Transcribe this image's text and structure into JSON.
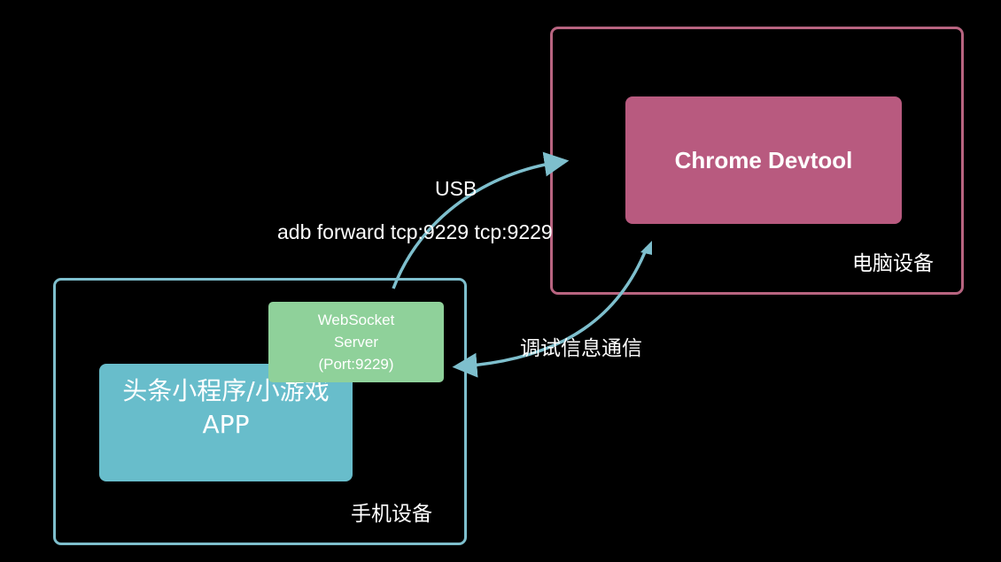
{
  "pc_frame": {
    "label": "电脑设备",
    "color": "#b86480"
  },
  "phone_frame": {
    "label": "手机设备",
    "color": "#7ebfcd"
  },
  "chrome_devtool": {
    "label": "Chrome Devtool",
    "color": "#b85a7f"
  },
  "app": {
    "line1": "头条小程序/小游戏",
    "line2": "APP",
    "color": "#68bdcb"
  },
  "websocket_server": {
    "line1": "WebSocket",
    "line2": "Server",
    "line3": "(Port:9229)",
    "color": "#8fd19a"
  },
  "connections": {
    "usb_label": "USB",
    "adb_command": "adb forward tcp:9229 tcp:9229",
    "debug_label": "调试信息通信",
    "arrow_color": "#7ebfcd"
  }
}
